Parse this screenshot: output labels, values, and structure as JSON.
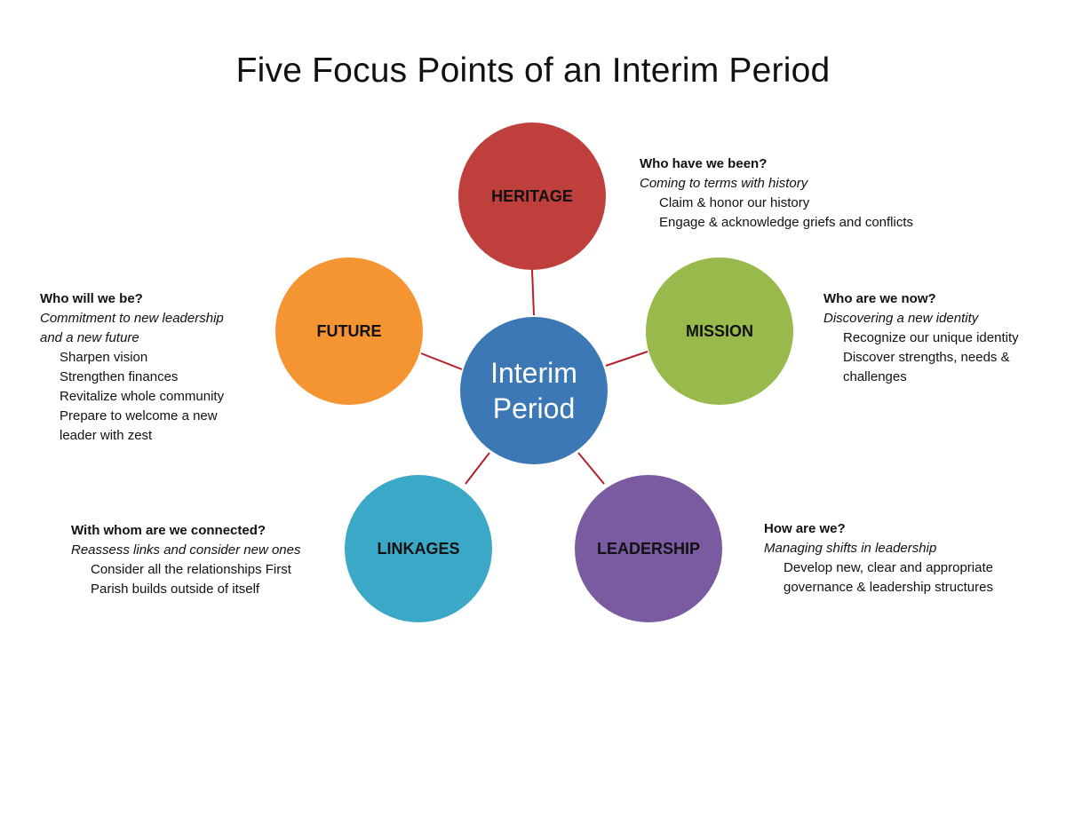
{
  "title": "Five Focus Points of an Interim Period",
  "colors": {
    "connector": "#b3212a",
    "center": "#3c78b5",
    "heritage": "#bf3f3c",
    "mission": "#98ba4c",
    "leadership": "#7a5aa0",
    "linkages": "#3aa8c6",
    "future": "#f49532"
  },
  "center": {
    "label": "Interim Period"
  },
  "nodes": {
    "heritage": {
      "label": "HERITAGE"
    },
    "mission": {
      "label": "MISSION"
    },
    "leadership": {
      "label": "LEADERSHIP"
    },
    "linkages": {
      "label": "LINKAGES"
    },
    "future": {
      "label": "FUTURE"
    }
  },
  "blocks": {
    "heritage": {
      "question": "Who have we been?",
      "subtitle": "Coming to terms with history",
      "items": [
        "Claim & honor our history",
        "Engage & acknowledge griefs and conflicts"
      ]
    },
    "mission": {
      "question": "Who are we now?",
      "subtitle": "Discovering a new identity",
      "items": [
        "Recognize our unique identity",
        "Discover strengths, needs &",
        "challenges"
      ]
    },
    "leadership": {
      "question": "How are we?",
      "subtitle": "Managing shifts in leadership",
      "items": [
        "Develop new, clear and appropriate",
        "governance & leadership structures"
      ]
    },
    "linkages": {
      "question": "With whom are we connected?",
      "subtitle": "Reassess links and consider new ones",
      "items": [
        "Consider all the relationships First",
        "Parish builds outside of itself"
      ]
    },
    "future": {
      "question": "Who will we be?",
      "subtitle_lines": [
        "Commitment to new leadership",
        "and a new future"
      ],
      "items": [
        "Sharpen vision",
        "Strengthen finances",
        "Revitalize whole community",
        "Prepare to welcome a new",
        "leader with zest"
      ]
    }
  }
}
